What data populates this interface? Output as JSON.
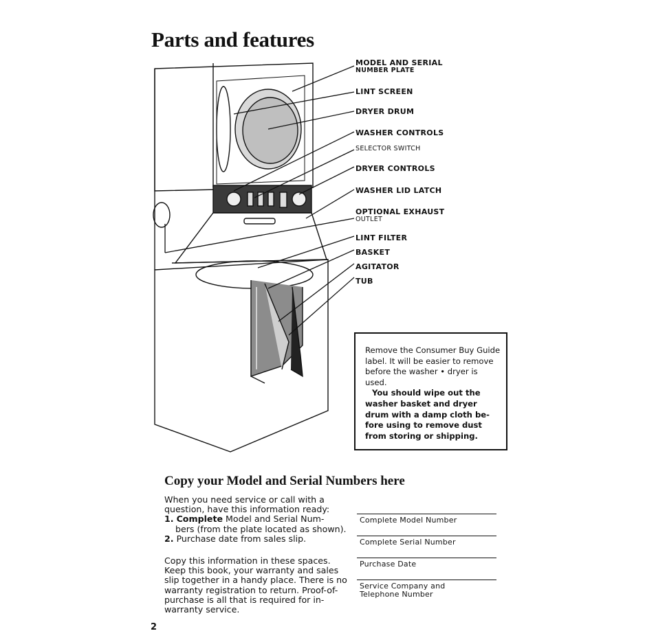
{
  "page": {
    "title": "Parts and features",
    "page_number": "2"
  },
  "callouts": [
    {
      "line1": "MODEL AND SERIAL",
      "line2": "NUMBER PLATE"
    },
    {
      "line1": "LINT SCREEN"
    },
    {
      "line1": "DRYER DRUM"
    },
    {
      "line1": "WASHER CONTROLS"
    },
    {
      "line1": "SELECTOR SWITCH"
    },
    {
      "line1": "DRYER CONTROLS"
    },
    {
      "line1": "WASHER LID LATCH"
    },
    {
      "line1": "OPTIONAL EXHAUST",
      "line2": "OUTLET"
    },
    {
      "line1": "LINT FILTER"
    },
    {
      "line1": "BASKET"
    },
    {
      "line1": "AGITATOR"
    },
    {
      "line1": "TUB"
    }
  ],
  "note": {
    "para1": "Remove the Consumer Buy Guide label. It will be easier to remove before the washer • dryer is used.",
    "para2": "You should wipe out the washer basket and dryer drum with a damp cloth be-fore using to remove dust from storing or shipping."
  },
  "copy_section": {
    "heading": "Copy your Model and Serial Numbers here",
    "intro": "When you need service or call with a question, have this information ready:",
    "item1_num": "1.",
    "item1_bold": "Complete",
    "item1_rest": "Model and Serial Num-",
    "item1_cont": "bers (from the plate located as shown).",
    "item2_num": "2.",
    "item2_text": "Purchase date from sales slip.",
    "copy_para": "Copy this information in these spaces. Keep this book, your warranty and sales slip together in a handy place. There is no warranty registration to return. Proof-of-purchase is all that is required for in-warranty service."
  },
  "form_fields": [
    {
      "label": "Complete Model Number"
    },
    {
      "label": "Complete Serial Number"
    },
    {
      "label": "Purchase Date"
    },
    {
      "label": "Service Company and",
      "label2": "Telephone Number"
    }
  ]
}
